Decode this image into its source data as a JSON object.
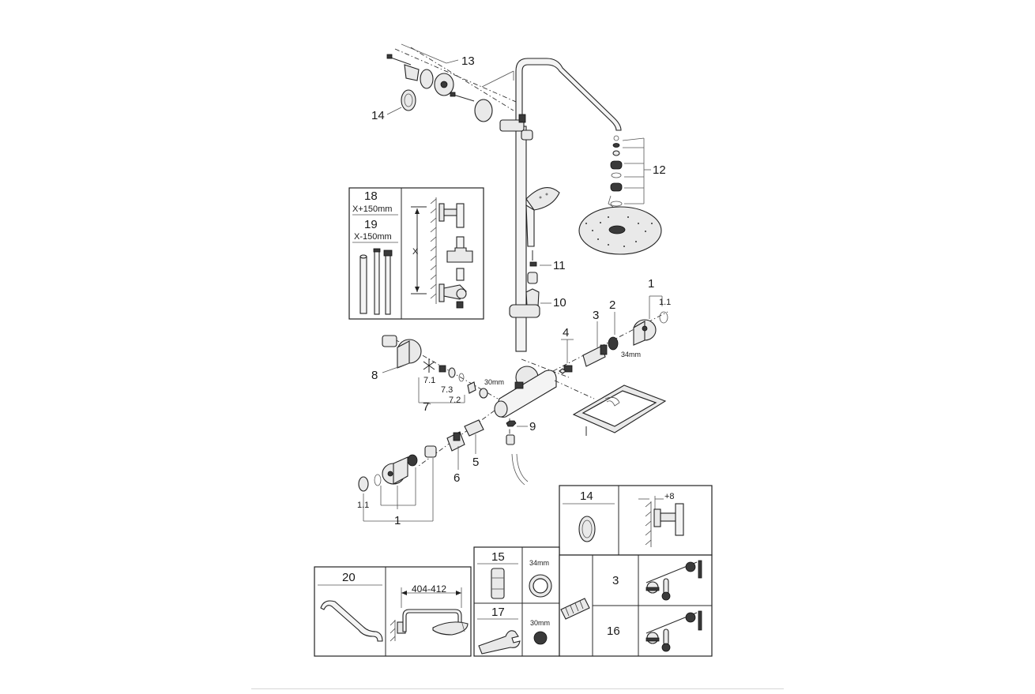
{
  "callouts": {
    "c1": "1",
    "c1_1": "1.1",
    "c2": "2",
    "c3": "3",
    "c4": "4",
    "c5": "5",
    "c6": "6",
    "c7": "7",
    "c7_1": "7.1",
    "c7_2": "7.2",
    "c7_3": "7.3",
    "c8": "8",
    "c9": "9",
    "c10": "10",
    "c11": "11",
    "c12": "12",
    "c13": "13",
    "c14": "14",
    "c1_lower": "1",
    "c1_1_lower": "1.1"
  },
  "dims": {
    "d34": "34mm",
    "d30": "30mm"
  },
  "panel_height": {
    "label18": "18",
    "sub18": "X+150mm",
    "label19": "19",
    "sub19": "X-150mm",
    "x_label": "X"
  },
  "panel_14": {
    "label": "14",
    "offset": "+8"
  },
  "panel_20": {
    "label": "20",
    "range": "404-412"
  },
  "panel_15_17": {
    "label15": "15",
    "dim15": "34mm",
    "label17": "17",
    "dim17": "30mm"
  },
  "panel_3_16": {
    "label3": "3",
    "label16": "16"
  }
}
